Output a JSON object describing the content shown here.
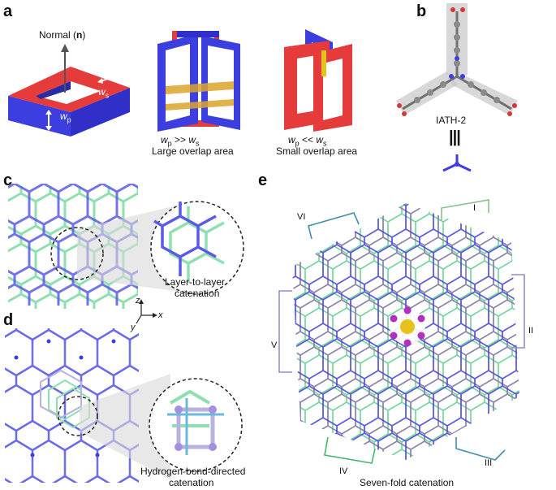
{
  "panels": {
    "a": "a",
    "b": "b",
    "c": "c",
    "d": "d",
    "e": "e"
  },
  "panel_a": {
    "normal_label": "Normal (",
    "normal_symbol": "n",
    "normal_close": ")",
    "ws_w": "w",
    "ws_sub": "s",
    "wp_w": "w",
    "wp_sub": "p",
    "cond_large": "w",
    "cond_large_p": "p",
    "cond_large_op": " >> ",
    "cond_large_w2": "w",
    "cond_large_s": "s",
    "large_caption": "Large overlap area",
    "cond_small": "w",
    "cond_small_p": "p",
    "cond_small_op": " << ",
    "cond_small_w2": "w",
    "cond_small_s": "s",
    "small_caption": "Small overlap area"
  },
  "panel_b": {
    "name": "IATH-2",
    "equiv": "|||"
  },
  "panel_c": {
    "caption_line1": "Layer-to-layer",
    "caption_line2": "catenation"
  },
  "axes": {
    "z": "z",
    "x": "x",
    "y": "y"
  },
  "panel_d": {
    "caption_line1": "Hydrogen-bond-directed",
    "caption_line2": "catenation"
  },
  "panel_e": {
    "caption": "Seven-fold catenation",
    "roman": [
      "I",
      "II",
      "III",
      "IV",
      "V",
      "VI"
    ]
  },
  "colors": {
    "red": "#e63b3b",
    "blue": "#3c3ee0",
    "green": "#6fd39a",
    "lavender": "#9a8cc7",
    "teal": "#3e8fb0",
    "yellow": "#e6c31a",
    "gold": "#d9a62a"
  }
}
